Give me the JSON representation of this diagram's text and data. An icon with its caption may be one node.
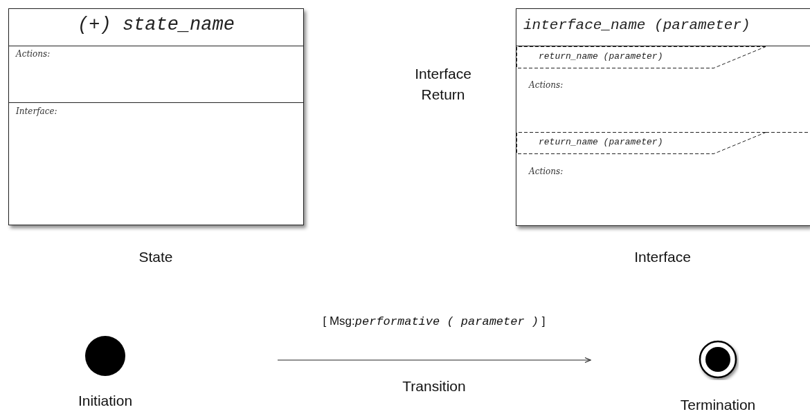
{
  "diagram": {
    "nodes": [
      {
        "text": [
          "(+) state_name",
          "Actions:",
          "Interface:"
        ],
        "beside": [
          "State"
        ]
      },
      {
        "text": [
          "interface_name (parameter)",
          "Actions:",
          "Actions:"
        ],
        "beside": [
          "Interface"
        ]
      },
      {
        "text": [
          "return_name (parameter)"
        ],
        "in": 1
      },
      {
        "text": [
          "return_name (parameter)"
        ],
        "in": 1
      },
      {
        "text": [],
        "shape": "circle",
        "beside": [
          "Initiation"
        ]
      },
      {
        "text": [],
        "shape": "circle",
        "beside": [
          "Termination"
        ]
      }
    ],
    "labels": [
      "Interface Return",
      "[ Msg:*performative ( parameter )* ]",
      "Transition"
    ]
  }
}
